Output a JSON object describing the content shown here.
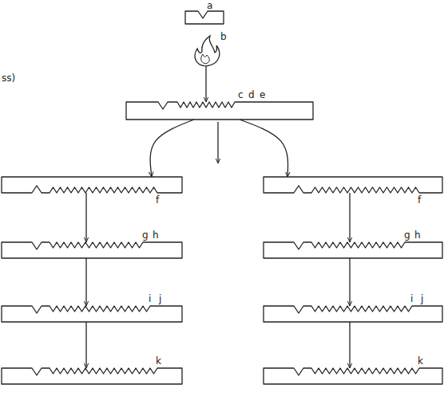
{
  "diagram": {
    "nodes": [
      {
        "text": [
          "a"
        ]
      },
      {
        "text": [
          "b"
        ]
      },
      {
        "text": [
          "c",
          "d",
          "e"
        ]
      },
      {
        "text": [
          "f"
        ]
      },
      {
        "text": [
          "g",
          "h"
        ]
      },
      {
        "text": [
          "i",
          "j"
        ]
      },
      {
        "text": [
          "k"
        ]
      },
      {
        "text": [
          "f"
        ]
      },
      {
        "text": [
          "g",
          "h"
        ]
      },
      {
        "text": [
          "i",
          "j"
        ]
      },
      {
        "text": [
          "k"
        ]
      }
    ],
    "edges": [
      {
        "from": 1,
        "to": 2,
        "arrow": "to"
      },
      {
        "from": 2,
        "to": 3,
        "arrow": "to"
      },
      {
        "from": 2,
        "to": 7,
        "arrow": "to"
      },
      {
        "from": 3,
        "to": 4,
        "arrow": "to"
      },
      {
        "from": 4,
        "to": 5,
        "arrow": "to"
      },
      {
        "from": 5,
        "to": 6,
        "arrow": "to"
      },
      {
        "from": 7,
        "to": 8,
        "arrow": "to"
      },
      {
        "from": 8,
        "to": 9,
        "arrow": "to"
      },
      {
        "from": 9,
        "to": 10,
        "arrow": "to"
      }
    ],
    "labels": [
      "ss)"
    ]
  }
}
